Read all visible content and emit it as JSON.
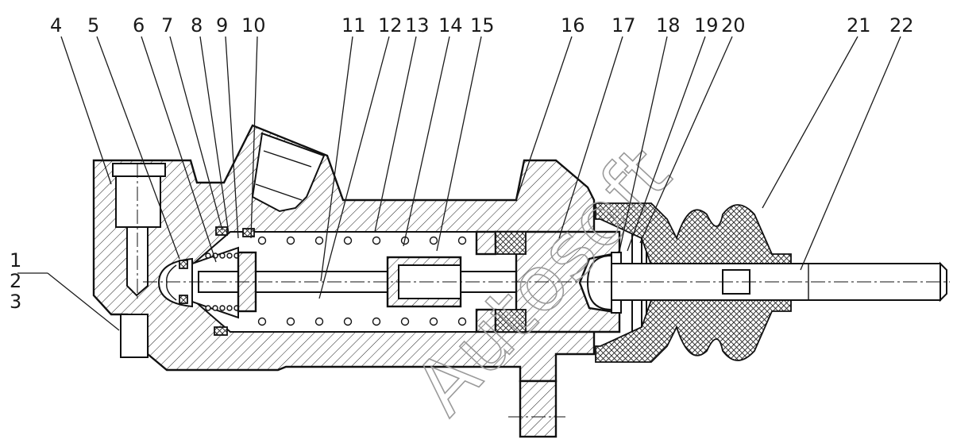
{
  "callouts": [
    "1",
    "2",
    "3",
    "4",
    "5",
    "6",
    "7",
    "8",
    "9",
    "10",
    "11",
    "12",
    "13",
    "14",
    "15",
    "16",
    "17",
    "18",
    "19",
    "20",
    "21",
    "22"
  ],
  "watermark": "Autosoft",
  "colors": {
    "line": "#111111",
    "background": "#ffffff",
    "watermark": "#9a9a9a"
  }
}
